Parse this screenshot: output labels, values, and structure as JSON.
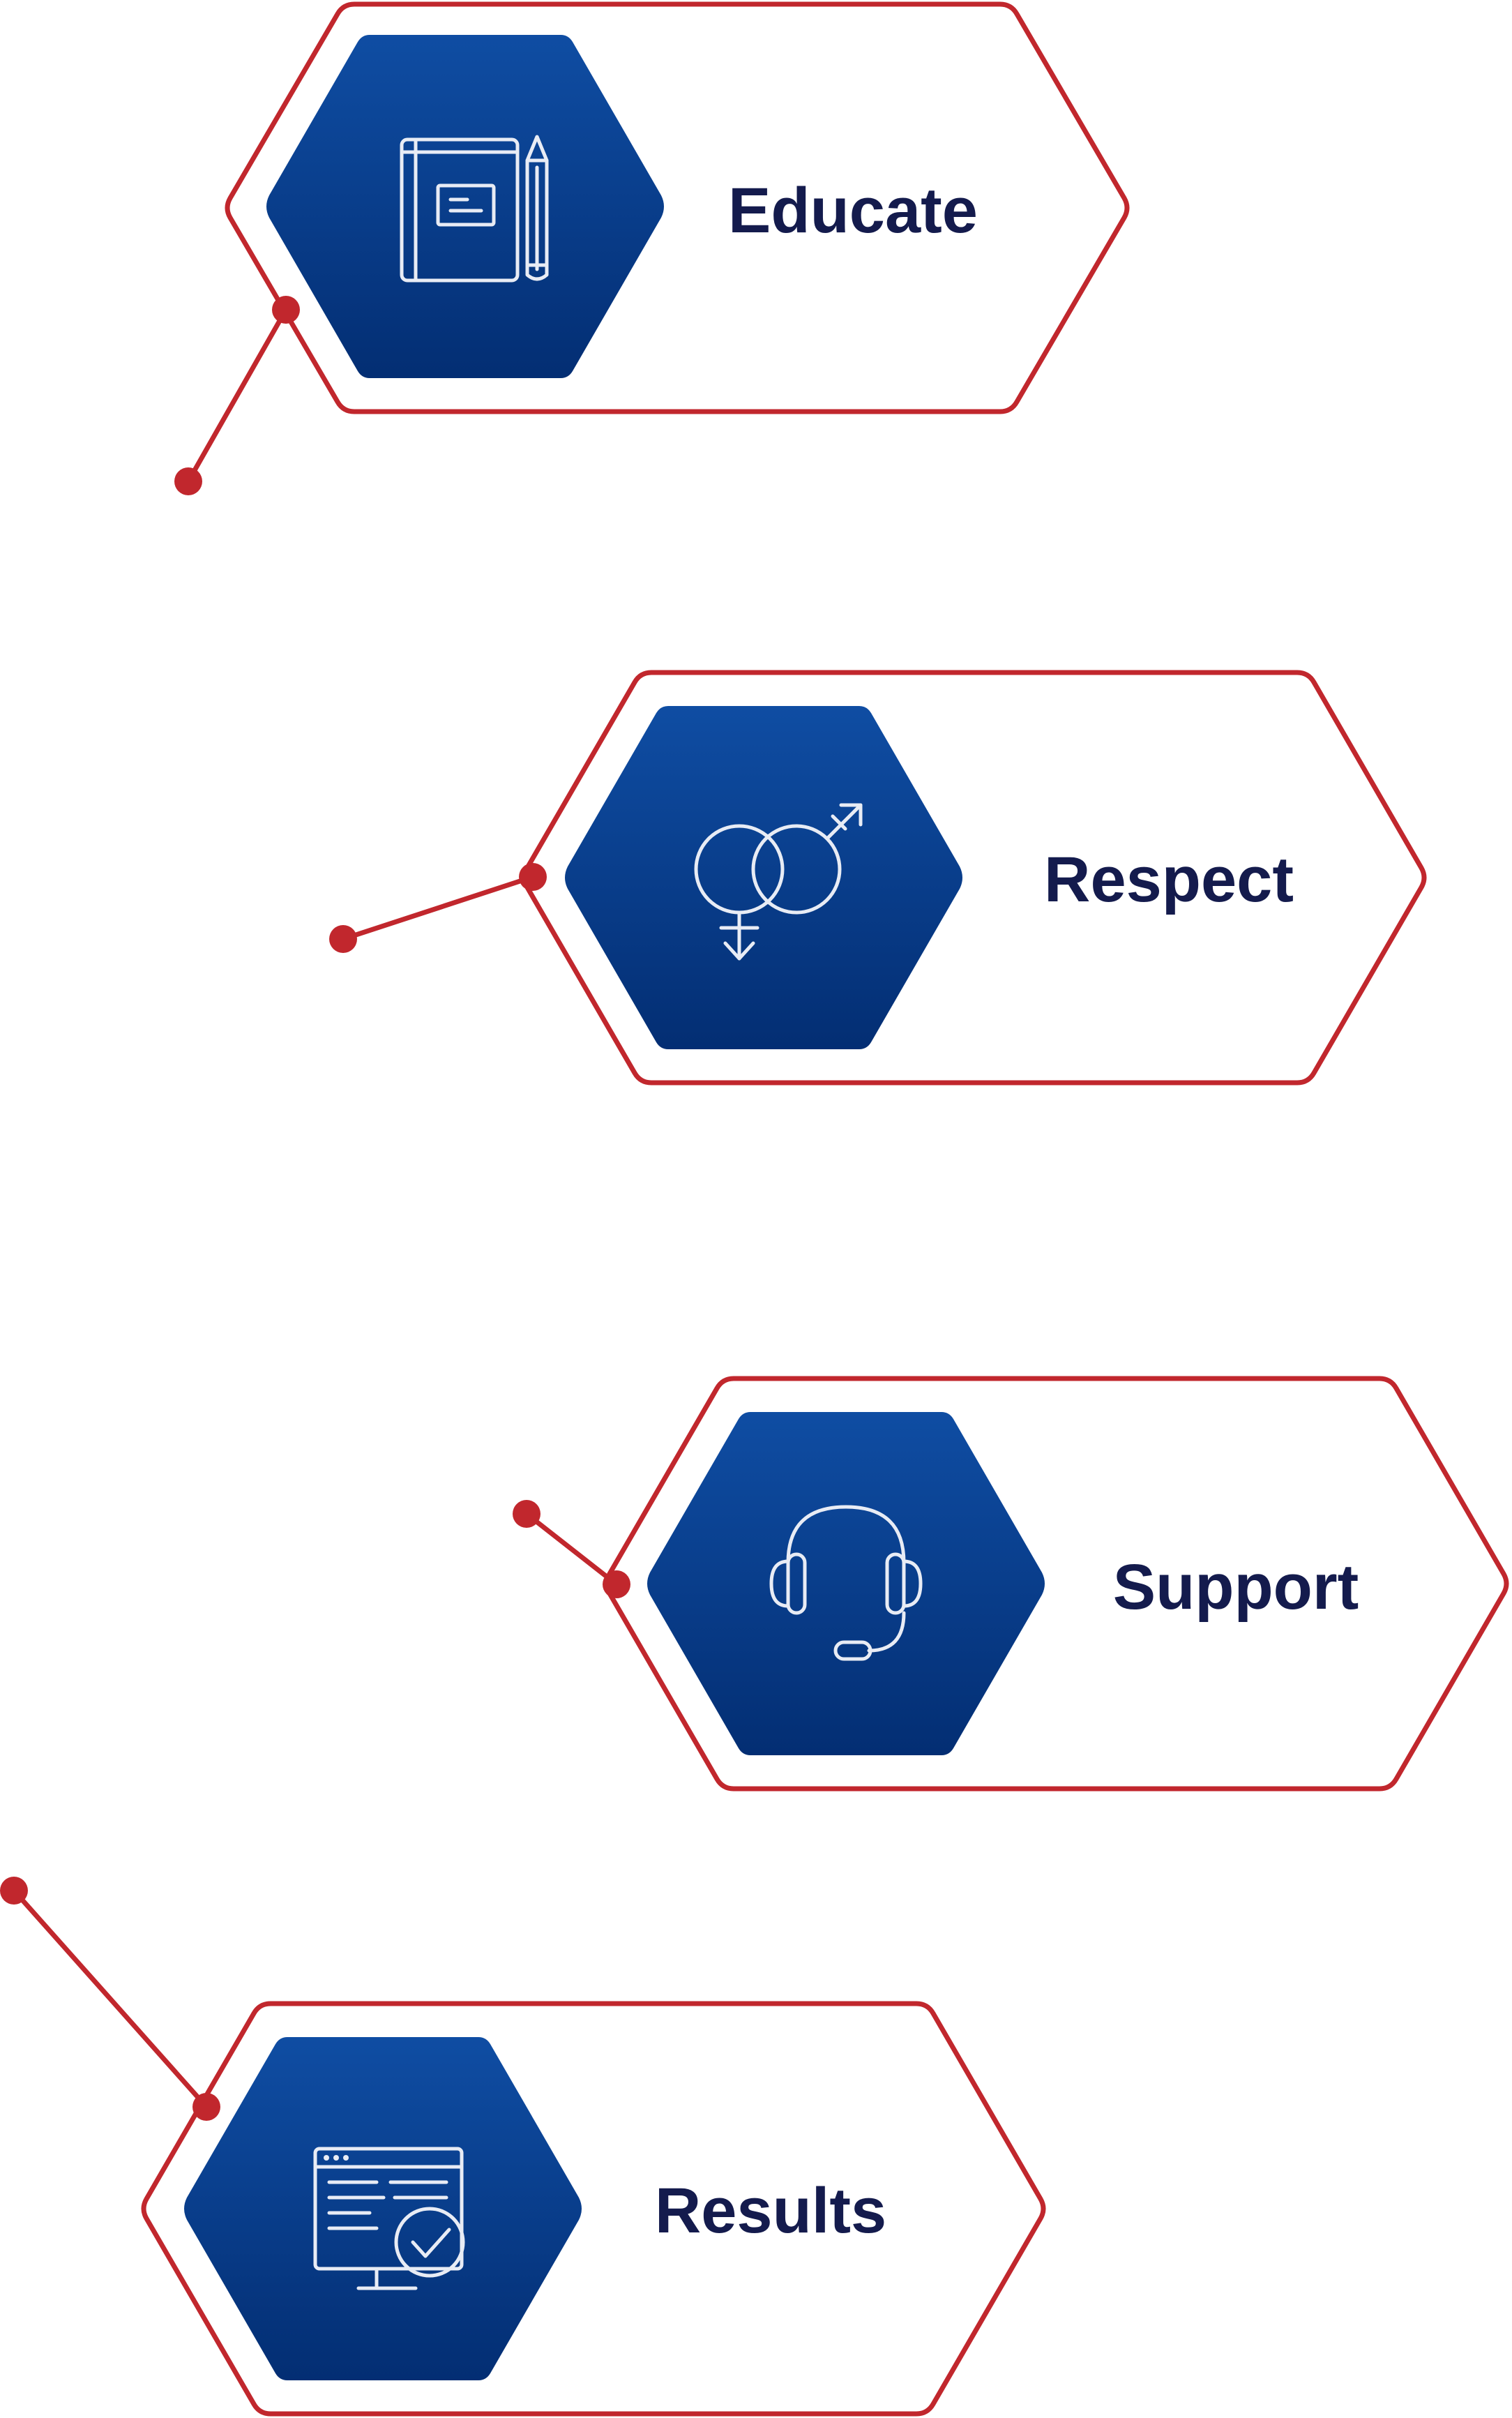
{
  "colors": {
    "outline": "#c1272d",
    "hex_top": "#0f4da3",
    "hex_bottom": "#032e73",
    "label": "#141b4d",
    "icon": "#e8ecf5"
  },
  "steps": [
    {
      "label": "Educate",
      "icon": "notebook-pencil-icon"
    },
    {
      "label": "Respect",
      "icon": "gender-symbols-icon"
    },
    {
      "label": "Support",
      "icon": "headset-icon"
    },
    {
      "label": "Results",
      "icon": "monitor-check-icon"
    }
  ]
}
